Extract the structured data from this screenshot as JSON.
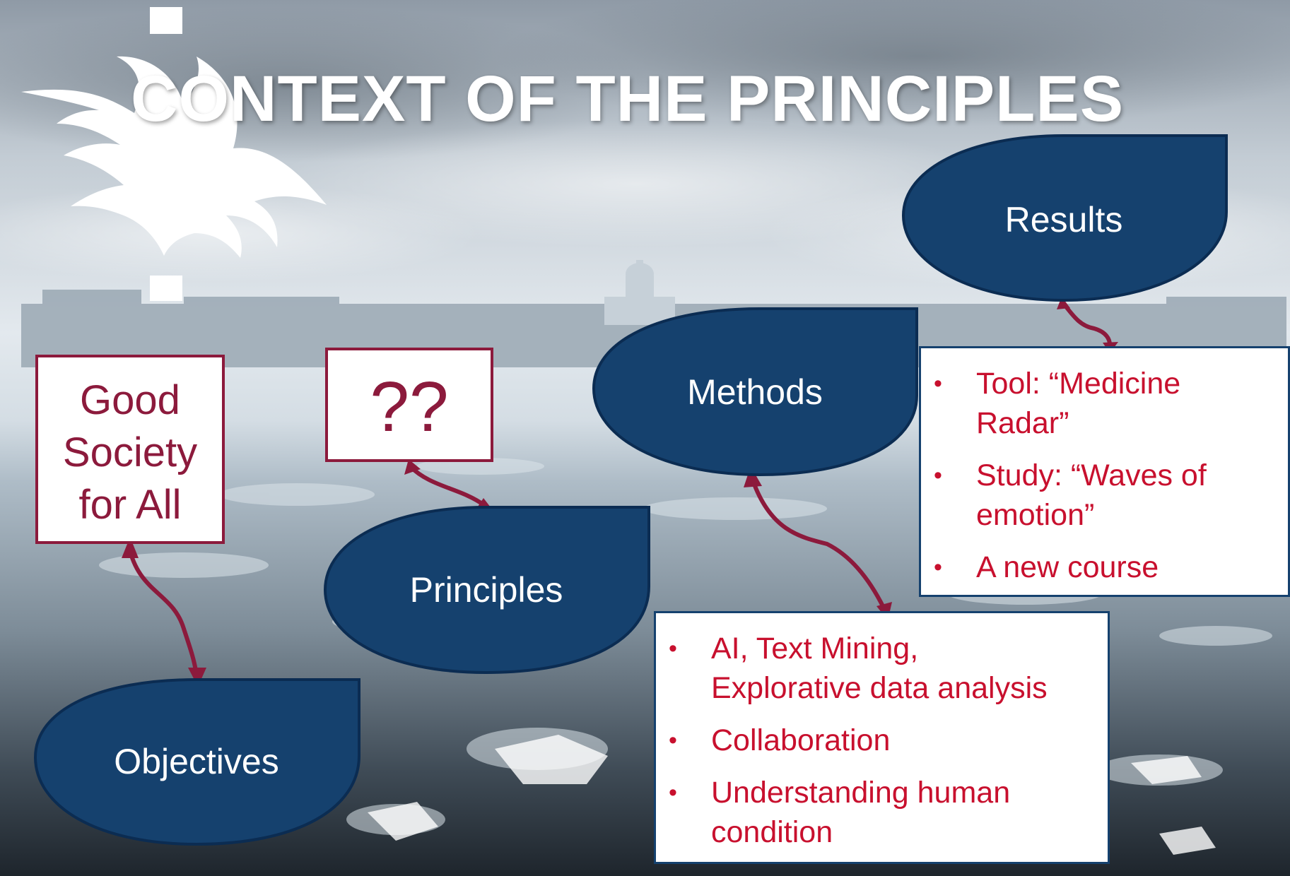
{
  "slide": {
    "title": "CONTEXT OF THE PRINCIPLES",
    "goal_box": {
      "lines": [
        "Good",
        "Society",
        "for All"
      ]
    },
    "question_box": {
      "text": "??"
    },
    "shapes": {
      "objectives": "Objectives",
      "principles": "Principles",
      "methods": "Methods",
      "results": "Results"
    },
    "methods_list": [
      {
        "bullet": "•",
        "lines": [
          "AI, Text Mining,",
          "Explorative data analysis"
        ]
      },
      {
        "bullet": "•",
        "lines": [
          "Collaboration"
        ]
      },
      {
        "bullet": "•",
        "lines": [
          "Understanding human",
          "condition"
        ]
      }
    ],
    "results_list": [
      {
        "bullet": "•",
        "lines": [
          "Tool: “Medicine",
          "Radar”"
        ]
      },
      {
        "bullet": "•",
        "lines": [
          "Study: “Waves of",
          "emotion”"
        ]
      },
      {
        "bullet": "•",
        "lines": [
          "A new course"
        ]
      }
    ]
  },
  "colors": {
    "shape_fill": "#15416e",
    "shape_text": "#ffffff",
    "accent_red": "#8c1a3c",
    "list_text": "#c8102e",
    "title_text": "#ffffff"
  },
  "icons": {
    "logo": "helsinki-flame-logo",
    "connector": "double-headed-curved-arrow"
  }
}
